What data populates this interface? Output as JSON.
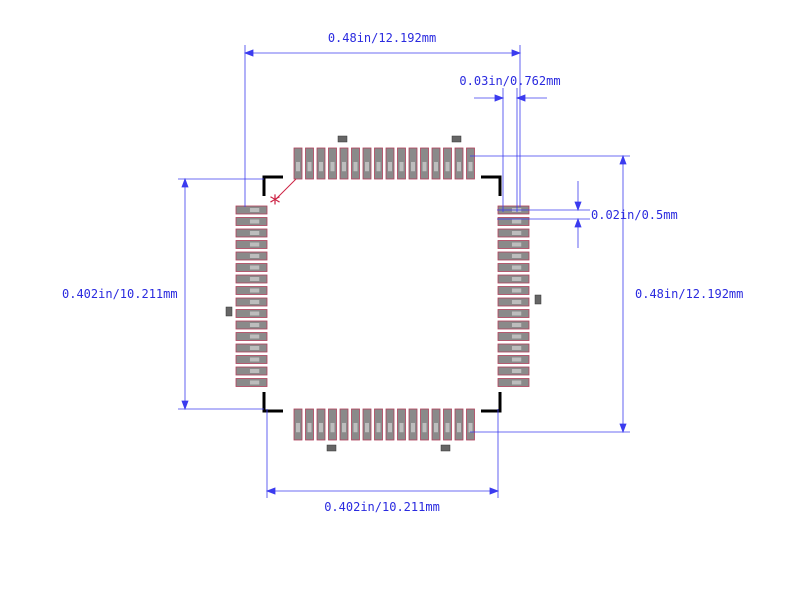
{
  "dimensions": {
    "overall_width": "0.48in/12.192mm",
    "pad_width": "0.03in/0.762mm",
    "pitch": "0.02in/0.5mm",
    "overall_height": "0.48in/12.192mm",
    "body_height": "0.402in/10.211mm",
    "body_width": "0.402in/10.211mm"
  },
  "package": {
    "pins_per_side": 16,
    "pin1_marker": "*"
  },
  "colors": {
    "dimension_line": "#3b3bef",
    "pad_fill": "#8a8a8a",
    "pad_outline": "#b0405a",
    "pin1_marker": "#cc2244",
    "body_corner": "#000000",
    "fiducial": "#666666"
  }
}
